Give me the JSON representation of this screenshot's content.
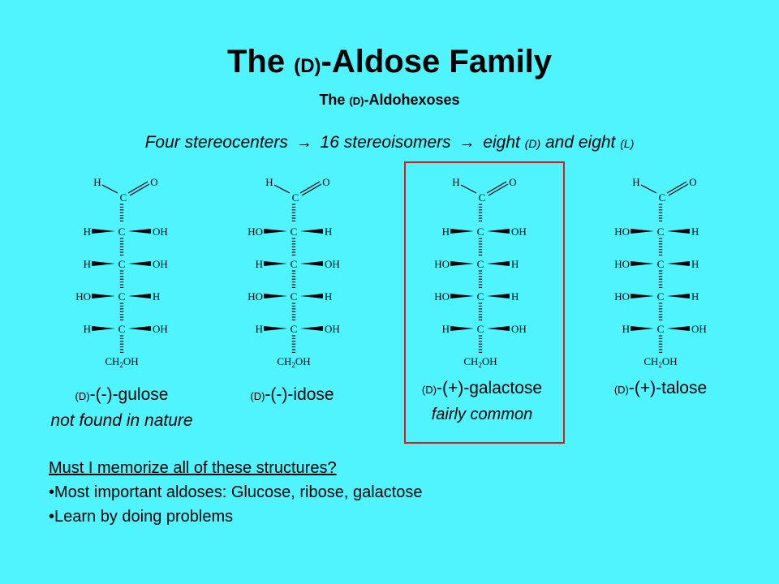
{
  "slide": {
    "title": {
      "main": "The",
      "label": "(D)",
      "rest": "-Aldose Family"
    },
    "subtitle": {
      "main": "The",
      "label": "(D)",
      "rest": "-Aldohexoses"
    },
    "tagline": {
      "part1": "Four stereocenters",
      "arrow1": "→",
      "part2": "16 stereoisomers",
      "arrow2": "→",
      "part3": "eight",
      "label_d": "(D)",
      "part4": "and eight",
      "label_l": "(L)"
    }
  },
  "molecules": [
    {
      "name_prefix": "(D)",
      "name": "-(-)-gulose",
      "note": "not found in nature",
      "highlighted": false,
      "aldehyde": {
        "h": "H",
        "c": "C",
        "o": "O"
      },
      "rows": [
        {
          "left": "H",
          "center": "C",
          "right": "OH"
        },
        {
          "left": "H",
          "center": "C",
          "right": "OH"
        },
        {
          "left": "HO",
          "center": "C",
          "right": "H"
        },
        {
          "left": "H",
          "center": "C",
          "right": "OH"
        }
      ],
      "bottom": {
        "ch": "CH",
        "sub": "2",
        "oh": "OH"
      }
    },
    {
      "name_prefix": "(D)",
      "name": "-(-)-idose",
      "note": "",
      "highlighted": false,
      "aldehyde": {
        "h": "H",
        "c": "C",
        "o": "O"
      },
      "rows": [
        {
          "left": "HO",
          "center": "C",
          "right": "H"
        },
        {
          "left": "H",
          "center": "C",
          "right": "OH"
        },
        {
          "left": "HO",
          "center": "C",
          "right": "H"
        },
        {
          "left": "H",
          "center": "C",
          "right": "OH"
        }
      ],
      "bottom": {
        "ch": "CH",
        "sub": "2",
        "oh": "OH"
      }
    },
    {
      "name_prefix": "(D)",
      "name": "-(+)-galactose",
      "note": "fairly common",
      "highlighted": true,
      "aldehyde": {
        "h": "H",
        "c": "C",
        "o": "O"
      },
      "rows": [
        {
          "left": "H",
          "center": "C",
          "right": "OH"
        },
        {
          "left": "HO",
          "center": "C",
          "right": "H"
        },
        {
          "left": "HO",
          "center": "C",
          "right": "H"
        },
        {
          "left": "H",
          "center": "C",
          "right": "OH"
        }
      ],
      "bottom": {
        "ch": "CH",
        "sub": "2",
        "oh": "OH"
      }
    },
    {
      "name_prefix": "(D)",
      "name": "-(+)-talose",
      "note": "",
      "highlighted": false,
      "aldehyde": {
        "h": "H",
        "c": "C",
        "o": "O"
      },
      "rows": [
        {
          "left": "HO",
          "center": "C",
          "right": "H"
        },
        {
          "left": "HO",
          "center": "C",
          "right": "H"
        },
        {
          "left": "HO",
          "center": "C",
          "right": "H"
        },
        {
          "left": "H",
          "center": "C",
          "right": "OH"
        }
      ],
      "bottom": {
        "ch": "CH",
        "sub": "2",
        "oh": "OH"
      }
    }
  ],
  "notes": {
    "question": "Must I memorize all of these structures?",
    "bullets": [
      "•Most important aldoses: Glucose, ribose, galactose",
      "•Learn by doing problems"
    ]
  },
  "colors": {
    "background": "#4ff4ff",
    "highlight_border": "#e01818",
    "text": "#000000"
  }
}
